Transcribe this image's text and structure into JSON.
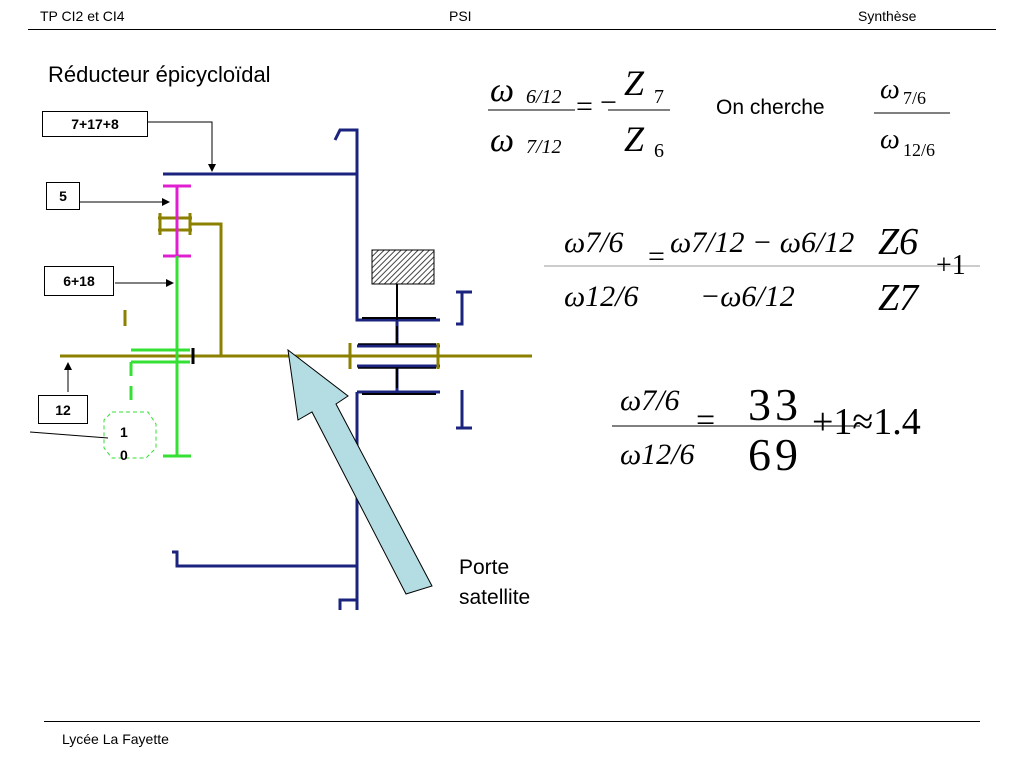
{
  "header": {
    "left": "TP CI2 et CI4",
    "center": "PSI",
    "right": "Synthèse"
  },
  "footer": {
    "left": "Lycée La Fayette"
  },
  "diagram": {
    "title": "Réducteur épicycloïdal",
    "labels": {
      "label_7_17_8": "7+17+8",
      "label_5": "5",
      "label_6_18": "6+18",
      "label_12": "12",
      "label_10_a": "1",
      "label_10_b": "0",
      "porte_satellite_1": "Porte",
      "porte_satellite_2": "satellite"
    },
    "colors": {
      "blue": "#1a237e",
      "green": "#33e033",
      "olive": "#8b8000",
      "magenta": "#e020d0",
      "arrow_fill": "#b3dde3"
    }
  },
  "equations": {
    "eq1": {
      "num_sym": "ω",
      "num_sub": "6/12",
      "den_sym": "ω",
      "den_sub": "7/12",
      "rhs_num": "Z",
      "rhs_num_sub": "7",
      "rhs_den": "Z",
      "rhs_den_sub": "6",
      "equals": "=",
      "minus": "−"
    },
    "on_cherche": "On cherche",
    "eq2": {
      "num_sym": "ω",
      "num_sub": "7/6",
      "den_sym": "ω",
      "den_sub": "12/6"
    },
    "eq3": {
      "lhs_num": "ω7/6",
      "lhs_den": "ω12/6",
      "mid_num": "ω7/12 − ω6/12",
      "mid_den": "−ω6/12",
      "rhs_num": "Z6",
      "rhs_den": "Z7",
      "tail": "+1"
    },
    "eq4": {
      "lhs_num": "ω7/6",
      "lhs_den": "ω12/6",
      "frac_num": "33",
      "frac_den": "69",
      "result": "+1≈1.4"
    }
  }
}
